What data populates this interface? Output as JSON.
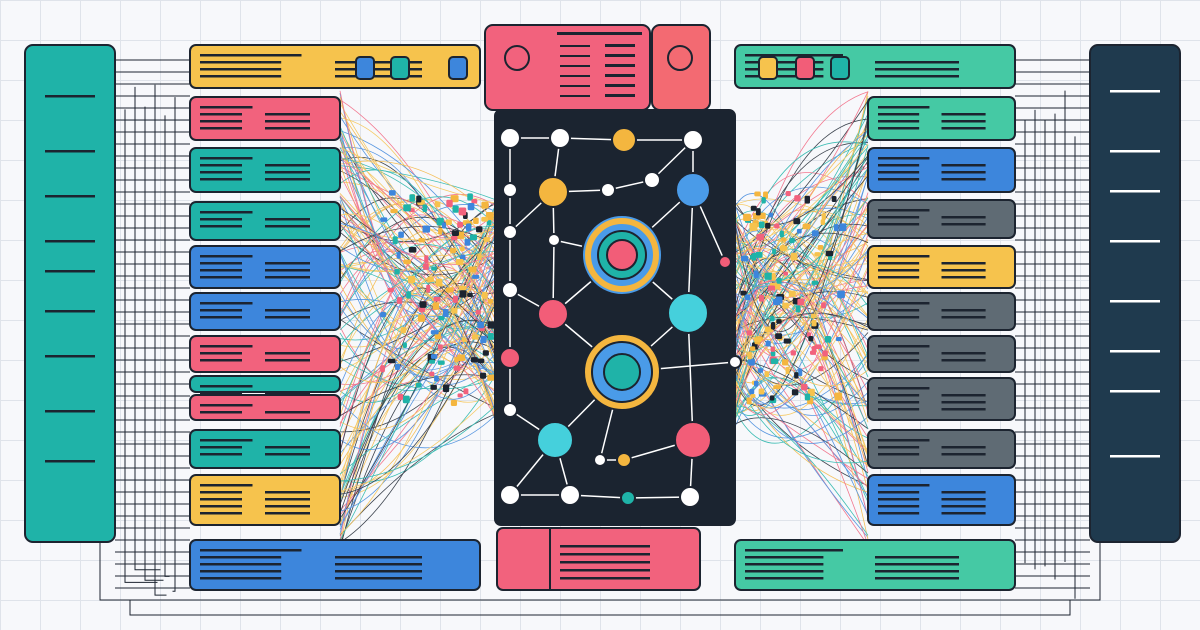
{
  "palette": {
    "teal": "#1fb3a8",
    "green": "#45c9a4",
    "yellow": "#f6c34d",
    "pink": "#f2627d",
    "blue": "#3d86dc",
    "gray": "#5f6b74",
    "navy": "#1f3a4e",
    "core": "#1b2430",
    "ink": "#1c2430",
    "node_white": "#ffffff",
    "node_orange": "#f4b63f",
    "node_blue": "#4a9be8",
    "node_pink": "#f25d78",
    "node_cyan": "#45d0dc"
  },
  "left_panel_color": "teal",
  "right_panel_color": "navy",
  "left_boxes": [
    "yellow",
    "pink",
    "teal",
    "teal",
    "blue",
    "blue",
    "pink",
    "teal",
    "pink",
    "teal",
    "yellow",
    "blue"
  ],
  "right_boxes": [
    "green",
    "green",
    "blue",
    "gray",
    "yellow",
    "gray",
    "gray",
    "gray",
    "gray",
    "blue",
    "green"
  ],
  "top_card_color": "pink",
  "bottom_card_color": "pink"
}
